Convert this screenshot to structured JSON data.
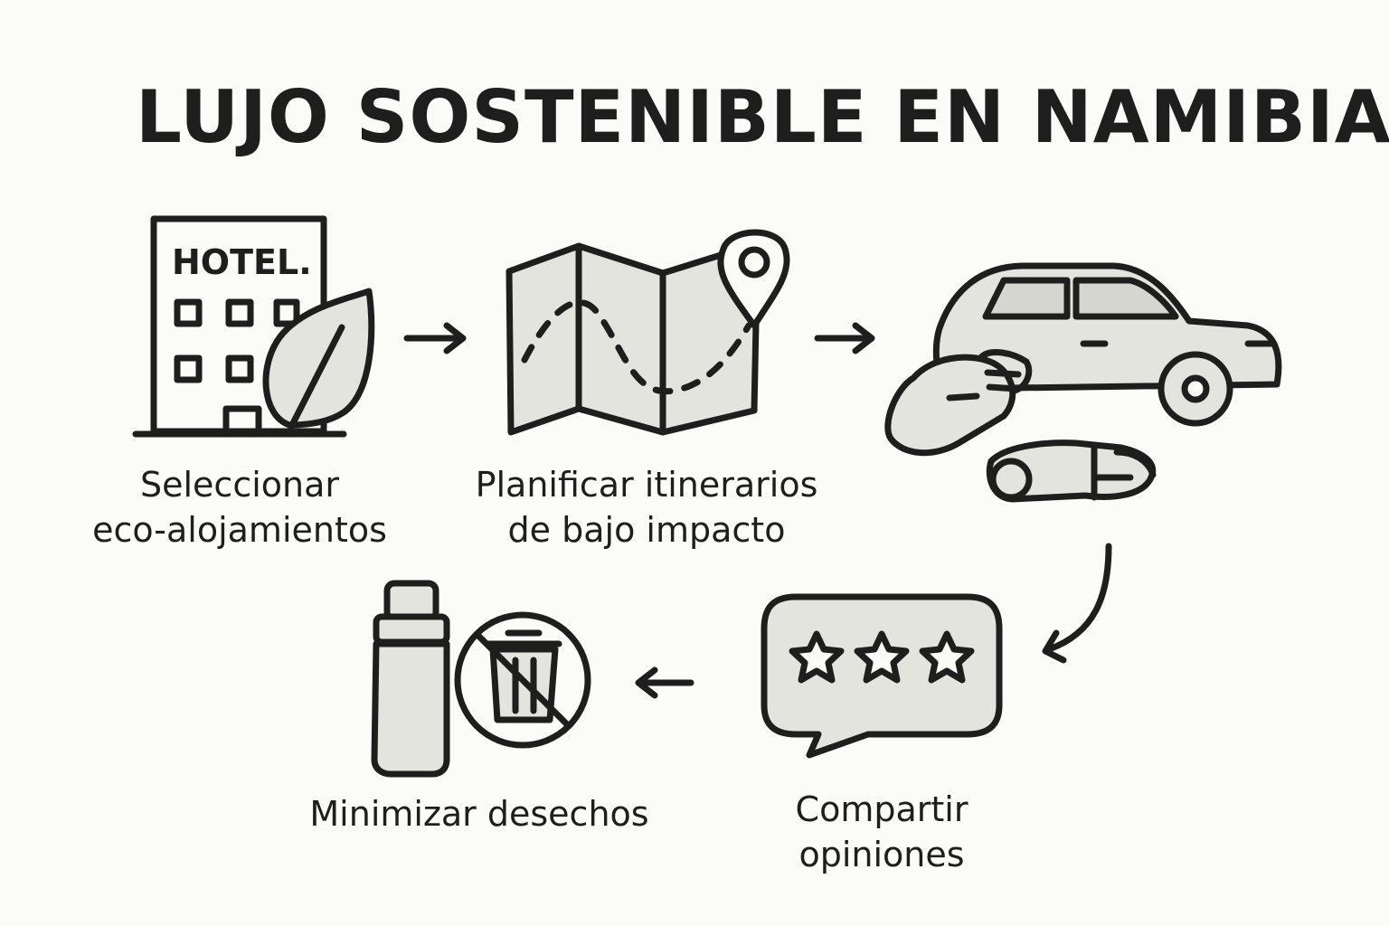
{
  "title": "LUJO SOSTENIBLE EN NAMIBIA",
  "steps": [
    {
      "id": "eco",
      "icon": "hotel-leaf-icon",
      "sign": "HOTEL.",
      "lines": [
        "Seleccionar",
        "eco-alojamientos"
      ]
    },
    {
      "id": "plan",
      "icon": "map-pin-icon",
      "lines": [
        "Planificar itinerarios",
        "de bajo impacto"
      ]
    },
    {
      "id": "car",
      "icon": "car-hands-icon",
      "lines": []
    },
    {
      "id": "share",
      "icon": "review-stars-icon",
      "lines": [
        "Compartir",
        "opiniones"
      ]
    },
    {
      "id": "waste",
      "icon": "bottle-no-trash-icon",
      "lines": [
        "Minimizar desechos"
      ]
    }
  ],
  "colors": {
    "background": "#fbfbf8",
    "stroke": "#1e1e1e",
    "fill": "#e4e4df"
  }
}
